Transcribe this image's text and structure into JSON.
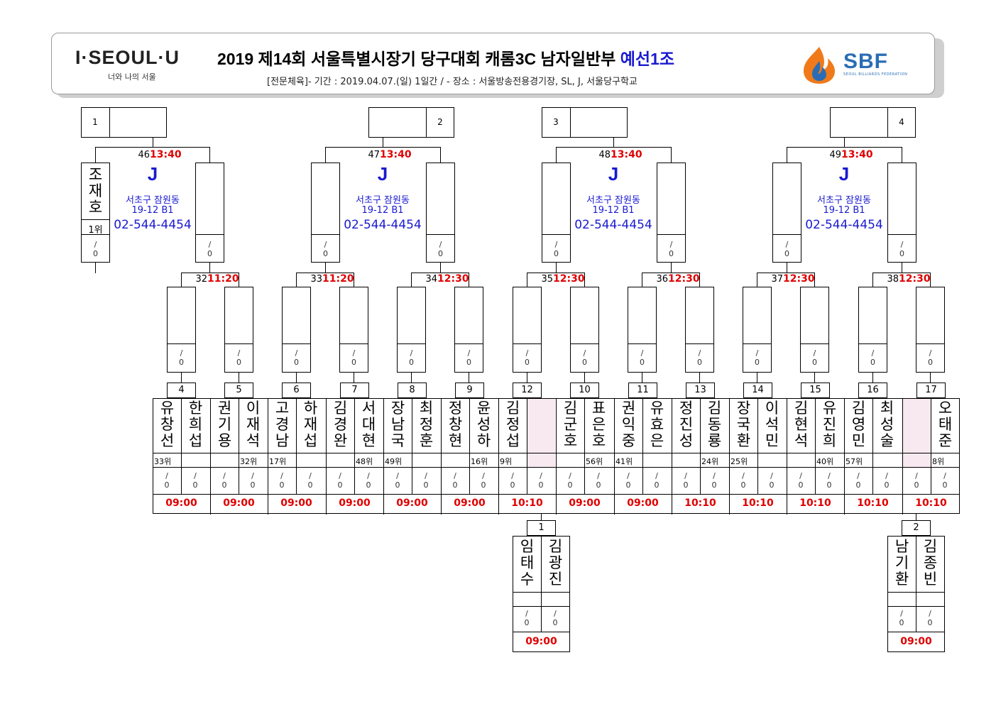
{
  "header": {
    "logo_left": "I·SEOUL·U",
    "logo_left_sub": "너와 나의 서울",
    "title_main": "2019  제14회  서울특별시장기  당구대회  캐롬3C  남자일반부",
    "title_group": "예선1조",
    "subtitle": "[전문체육]- 기간 : 2019.04.07.(일) 1일간 / - 장소 : 서울방송전용경기장, SL, J, 서울당구학교",
    "logo_right": "SBF",
    "logo_right_sub": "SEOUL BILLIARDS FEDERATION",
    "brand_color": "#1a1ad0",
    "time_color": "#e00000"
  },
  "score_text": "/ 0",
  "venue": {
    "table": "J",
    "address1": "서초구  잠원동",
    "address2": "19-12  B1",
    "phone": "02-544-4454"
  },
  "seeds": [
    "1",
    "2",
    "3",
    "4"
  ],
  "semis": [
    {
      "match": "46",
      "time": "13:40",
      "player": {
        "name": "조재호",
        "rank": "1위"
      }
    },
    {
      "match": "47",
      "time": "13:40"
    },
    {
      "match": "48",
      "time": "13:40"
    },
    {
      "match": "49",
      "time": "13:40"
    }
  ],
  "quarters": [
    {
      "match": "32",
      "time": "11:20"
    },
    {
      "match": "33",
      "time": "11:20"
    },
    {
      "match": "34",
      "time": "12:30"
    },
    {
      "match": "35",
      "time": "12:30"
    },
    {
      "match": "36",
      "time": "12:30"
    },
    {
      "match": "37",
      "time": "12:30"
    },
    {
      "match": "38",
      "time": "12:30"
    }
  ],
  "first_round": [
    {
      "match": "4",
      "time": "09:00",
      "players": [
        {
          "name": "유창선",
          "rank": "33위"
        },
        {
          "name": "한희섭",
          "rank": ""
        }
      ]
    },
    {
      "match": "5",
      "time": "09:00",
      "players": [
        {
          "name": "권기용",
          "rank": ""
        },
        {
          "name": "이재석",
          "rank": "32위"
        }
      ]
    },
    {
      "match": "6",
      "time": "09:00",
      "players": [
        {
          "name": "고경남",
          "rank": "17위"
        },
        {
          "name": "하재섭",
          "rank": ""
        }
      ]
    },
    {
      "match": "7",
      "time": "09:00",
      "players": [
        {
          "name": "김경완",
          "rank": ""
        },
        {
          "name": "서대현",
          "rank": "48위"
        }
      ]
    },
    {
      "match": "8",
      "time": "09:00",
      "players": [
        {
          "name": "장남국",
          "rank": "49위"
        },
        {
          "name": "최정훈",
          "rank": ""
        }
      ]
    },
    {
      "match": "9",
      "time": "09:00",
      "players": [
        {
          "name": "정창현",
          "rank": ""
        },
        {
          "name": "윤성하",
          "rank": "16위"
        }
      ]
    },
    {
      "match": "12",
      "time": "10:10",
      "players": [
        {
          "name": "김정섭",
          "rank": "9위"
        },
        {
          "name": "",
          "rank": ""
        }
      ]
    },
    {
      "match": "10",
      "time": "09:00",
      "players": [
        {
          "name": "김군호",
          "rank": ""
        },
        {
          "name": "표은호",
          "rank": "56위"
        }
      ]
    },
    {
      "match": "11",
      "time": "09:00",
      "players": [
        {
          "name": "권익중",
          "rank": "41위"
        },
        {
          "name": "유효은",
          "rank": ""
        }
      ]
    },
    {
      "match": "13",
      "time": "10:10",
      "players": [
        {
          "name": "정진성",
          "rank": ""
        },
        {
          "name": "김동룡",
          "rank": "24위"
        }
      ]
    },
    {
      "match": "14",
      "time": "10:10",
      "players": [
        {
          "name": "장국환",
          "rank": "25위"
        },
        {
          "name": "이석민",
          "rank": ""
        }
      ]
    },
    {
      "match": "15",
      "time": "10:10",
      "players": [
        {
          "name": "김현석",
          "rank": ""
        },
        {
          "name": "유진희",
          "rank": "40위"
        }
      ]
    },
    {
      "match": "16",
      "time": "10:10",
      "players": [
        {
          "name": "김영민",
          "rank": "57위"
        },
        {
          "name": "최성술",
          "rank": ""
        }
      ]
    },
    {
      "match": "17",
      "time": "10:10",
      "players": [
        {
          "name": "",
          "rank": ""
        },
        {
          "name": "오태준",
          "rank": "8위"
        }
      ]
    }
  ],
  "prelim": [
    {
      "match": "1",
      "time": "09:00",
      "players": [
        {
          "name": "임태수",
          "rank": ""
        },
        {
          "name": "김광진",
          "rank": ""
        }
      ]
    },
    {
      "match": "2",
      "time": "09:00",
      "players": [
        {
          "name": "남기환",
          "rank": ""
        },
        {
          "name": "김종빈",
          "rank": ""
        }
      ]
    }
  ]
}
